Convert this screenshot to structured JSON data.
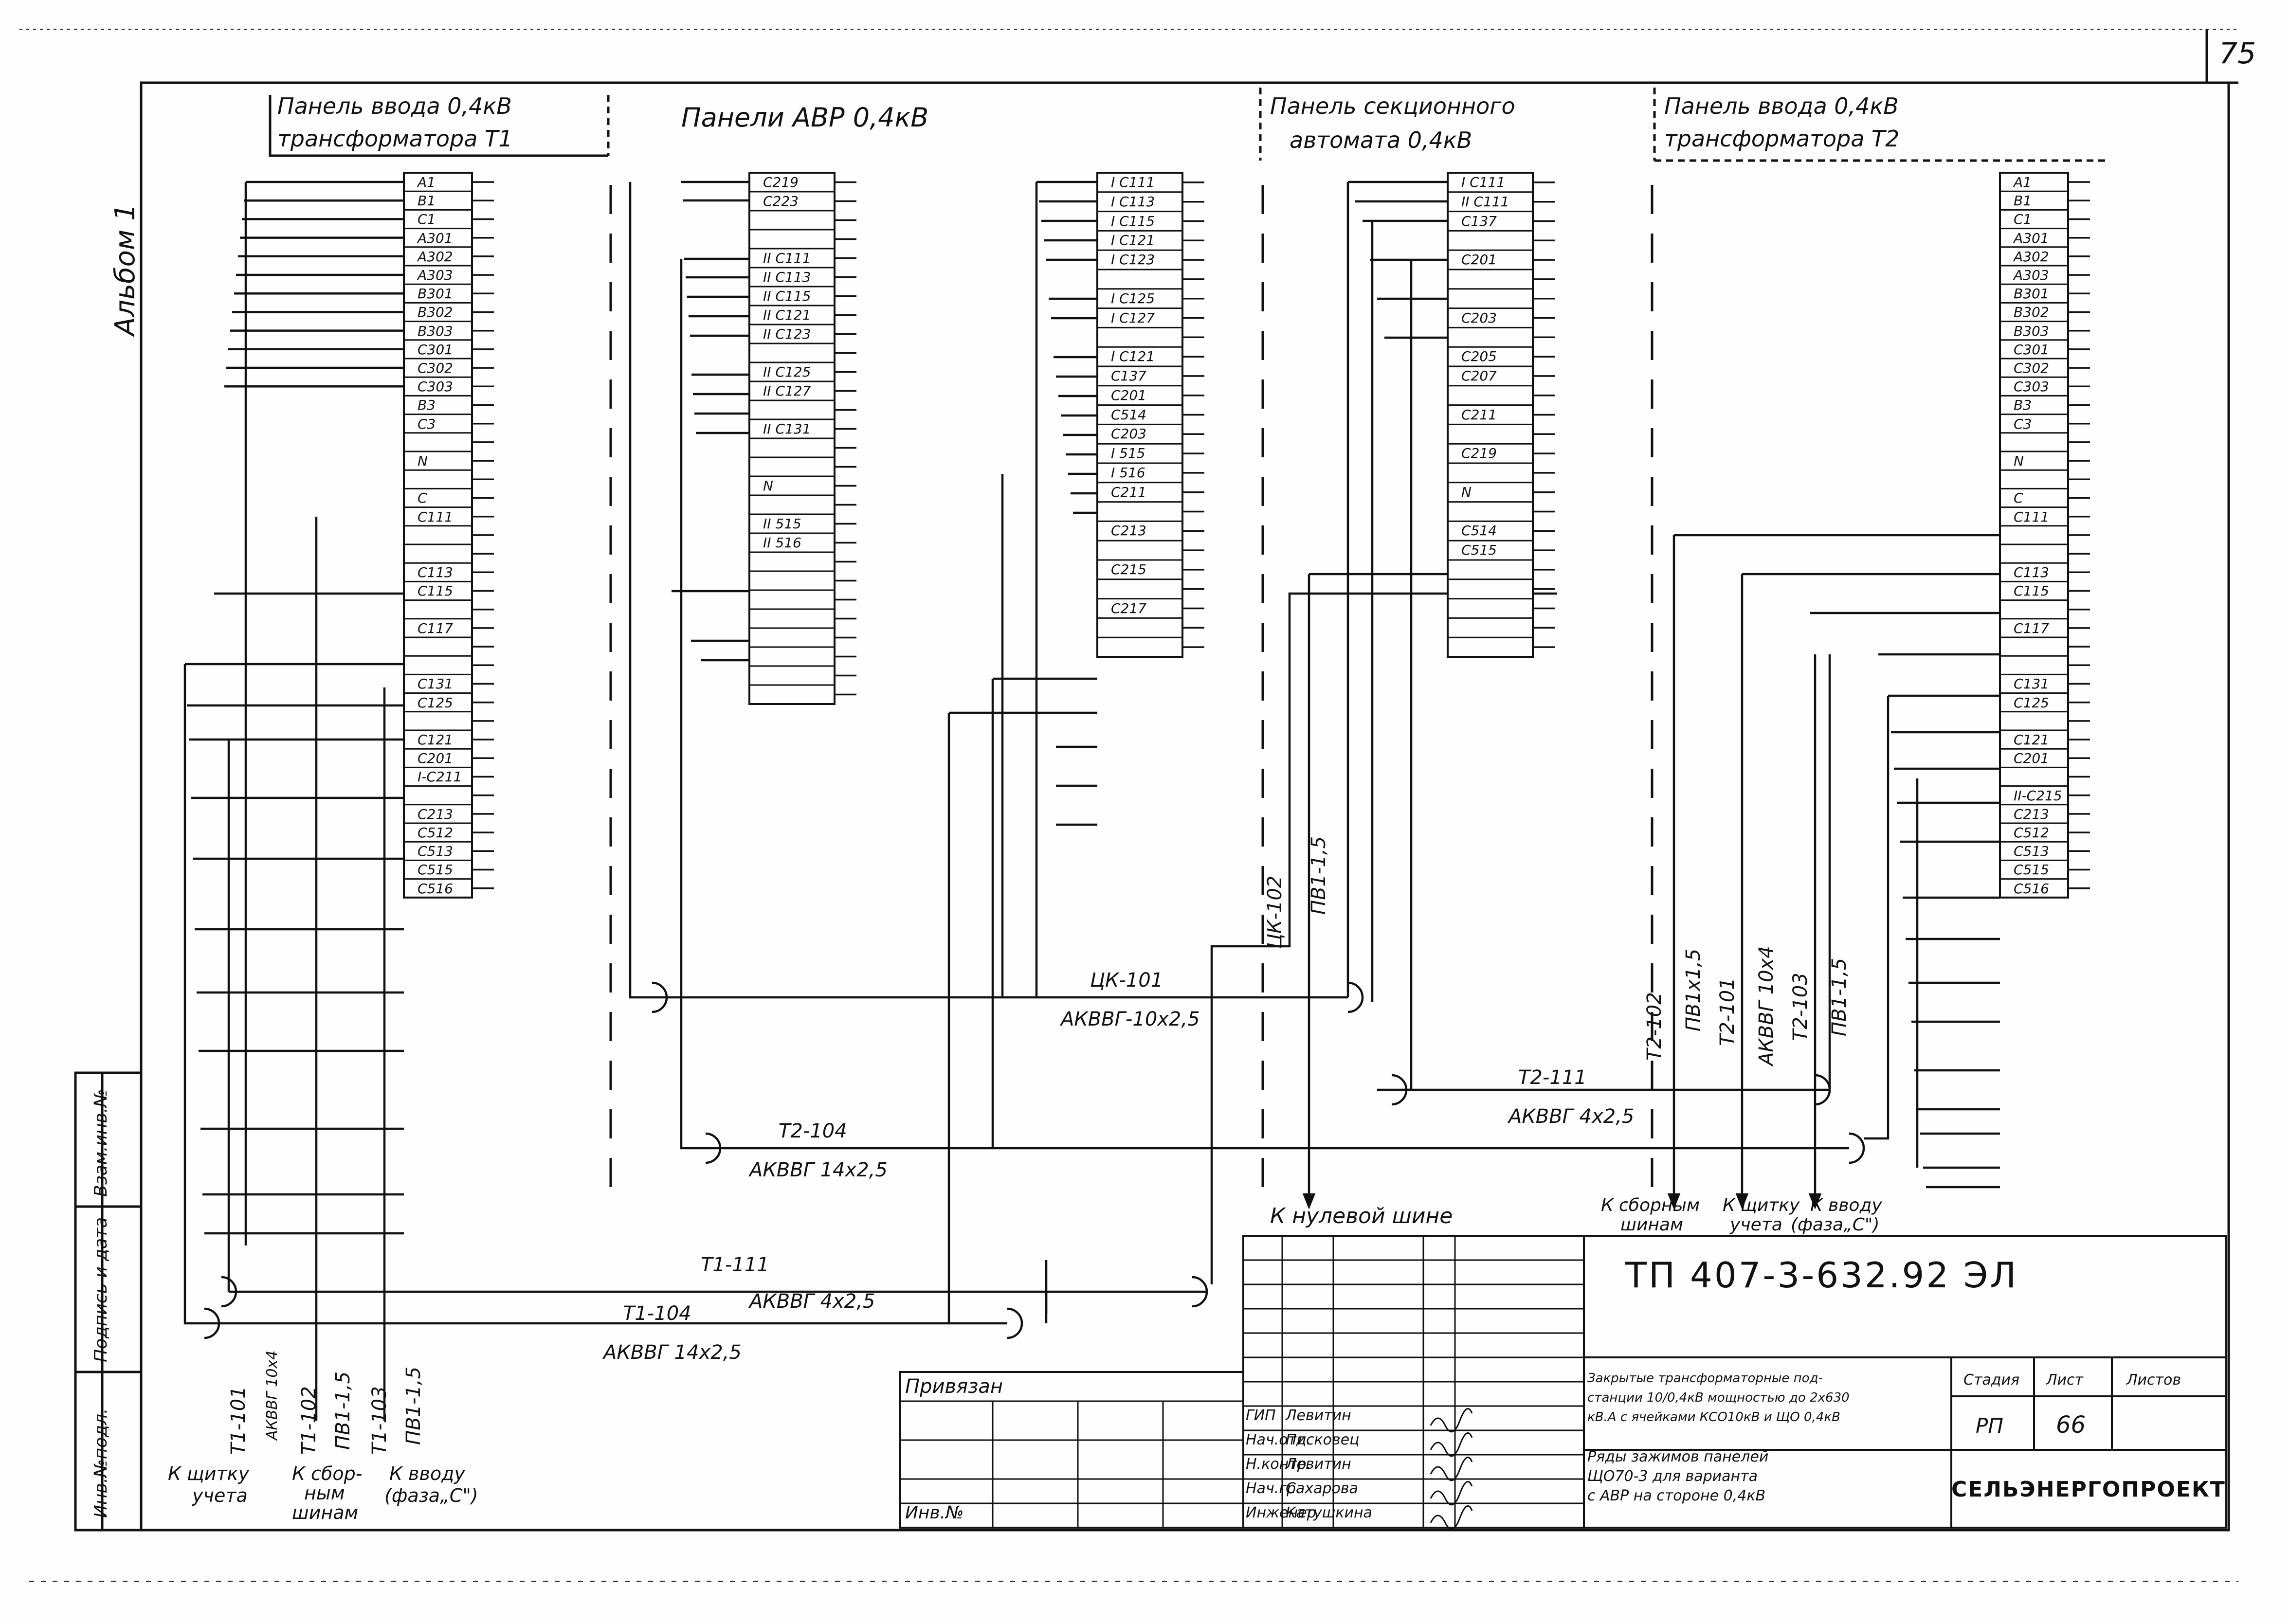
{
  "sheet_number": "75",
  "side_label": "Альбом 1",
  "panel_headers": [
    {
      "line1": "Панель ввода 0,4кВ",
      "line2": "трансформатора Т1"
    },
    {
      "line1": "Панели АВР 0,4кВ",
      "line2": ""
    },
    {
      "line1": "Панель секционного",
      "line2": "автомата 0,4кВ"
    },
    {
      "line1": "Панель ввода 0,4кВ",
      "line2": "трансформатора Т2"
    }
  ],
  "terminal_blocks": {
    "t1": [
      "А1",
      "В1",
      "С1",
      "А301",
      "А302",
      "А303",
      "В301",
      "В302",
      "В303",
      "С301",
      "С302",
      "С303",
      "В3",
      "С3",
      "",
      "N",
      "",
      "С",
      "С111",
      "",
      "",
      "С113",
      "С115",
      "",
      "С117",
      "",
      "",
      "С131",
      "С125",
      "",
      "С121",
      "С201",
      "I-С211",
      "",
      "С213",
      "С512",
      "С513",
      "С515",
      "С516"
    ],
    "avr1": [
      "С219",
      "С223",
      "",
      "",
      "II С111",
      "II С113",
      "II С115",
      "II С121",
      "II С123",
      "",
      "II С125",
      "II С127",
      "",
      "II С131",
      "",
      "",
      "N",
      "",
      "II 515",
      "II 516",
      "",
      "",
      "",
      "",
      "",
      "",
      "",
      ""
    ],
    "avr2": [
      "I С111",
      "I С113",
      "I С115",
      "I С121",
      "I С123",
      "",
      "I С125",
      "I С127",
      "",
      "I С121",
      "С137",
      "С201",
      "С514",
      "С203",
      "I 515",
      "I 516",
      "С211",
      "",
      "С213",
      "",
      "С215",
      "",
      "С217",
      "",
      ""
    ],
    "sect": [
      "I С111",
      "II С111",
      "С137",
      "",
      "С201",
      "",
      "",
      "С203",
      "",
      "С205",
      "С207",
      "",
      "С211",
      "",
      "С219",
      "",
      "N",
      "",
      "С514",
      "С515",
      "",
      "",
      "",
      "",
      ""
    ],
    "t2": [
      "А1",
      "В1",
      "С1",
      "А301",
      "А302",
      "А303",
      "В301",
      "В302",
      "В303",
      "С301",
      "С302",
      "С303",
      "В3",
      "С3",
      "",
      "N",
      "",
      "С",
      "С111",
      "",
      "",
      "С113",
      "С115",
      "",
      "С117",
      "",
      "",
      "С131",
      "С125",
      "",
      "С121",
      "С201",
      "",
      "II-С215",
      "С213",
      "С512",
      "С513",
      "С515",
      "С516"
    ]
  },
  "cable_labels": {
    "ck101_name": "ЦК-101",
    "ck101_type": "АКВВГ-10х2,5",
    "t2_104_name": "Т2-104",
    "t2_104_type": "АКВВГ 14х2,5",
    "t2_111_name": "Т2-111",
    "t2_111_type": "АКВВГ 4х2,5",
    "t1_111_name": "Т1-111",
    "t1_111_type": "АКВВГ 4х2,5",
    "t1_104_name": "Т1-104",
    "t1_104_type": "АКВВГ 14х2,5",
    "ck102_name": "ЦК-102",
    "ck102_type": "ПВ1-1,5",
    "t2_102_name": "Т2-102",
    "t2_102_type": "ПВ1х1,5",
    "t2_101_name": "Т2-101",
    "t2_101_type": "АКВВГ 10х4",
    "t2_103_name": "Т2-103",
    "t2_103_type": "ПВ1-1,5",
    "t1_101_name": "Т1-101",
    "t1_101_type": "АКВВГ 10х4",
    "t1_102_name": "Т1-102",
    "t1_102_type": "ПВ1-1,5",
    "t1_103_name": "Т1-103",
    "t1_103_type": "ПВ1-1,5"
  },
  "destinations": {
    "neutral_bus": "К нулевой шине",
    "t2_bus_1": "К сборным",
    "t2_bus_2": "шинам",
    "t2_meter_1": "К щитку",
    "t2_meter_2": "учета",
    "t2_input_1": "К вводу",
    "t2_input_2": "(фаза„С\")",
    "t1_meter_1": "К щитку",
    "t1_meter_2": "учета",
    "t1_bus_1": "К сбор-",
    "t1_bus_2": "ным",
    "t1_bus_3": "шинам",
    "t1_input_1": "К вводу",
    "t1_input_2": "(фаза„С\")"
  },
  "left_strip": [
    "Инв.№подл.",
    "Подпись и дата",
    "Взам.инв.№"
  ],
  "title_block": {
    "doc_code": "ТП 407-3-632.92 ЭЛ",
    "description": [
      "Закрытые трансформаторные под-",
      "станции 10/0,4кВ мощностью до 2х630",
      "кВ.А с ячейками КСО10кВ и ЩО 0,4кВ",
      "Ряды зажимов панелей",
      "ЩО70-3 для варианта",
      "с АВР на стороне 0,4кВ"
    ],
    "stage_label": "Стадия",
    "sheet_label": "Лист",
    "sheets_label": "Листов",
    "stage": "РП",
    "sheet": "66",
    "organization": "СЕЛЬЭНЕРГОПРОЕКТ",
    "linked_label": "Привязан",
    "inv_label": "Инв.№",
    "roles": [
      {
        "role": "ГИП",
        "name": "Левитин"
      },
      {
        "role": "Нач.отд.",
        "name": "Писковец"
      },
      {
        "role": "Н.контр.",
        "name": "Левитин"
      },
      {
        "role": "Нач.гр.",
        "name": "Сахарова"
      },
      {
        "role": "Инженер",
        "name": "Катушкина"
      }
    ]
  }
}
